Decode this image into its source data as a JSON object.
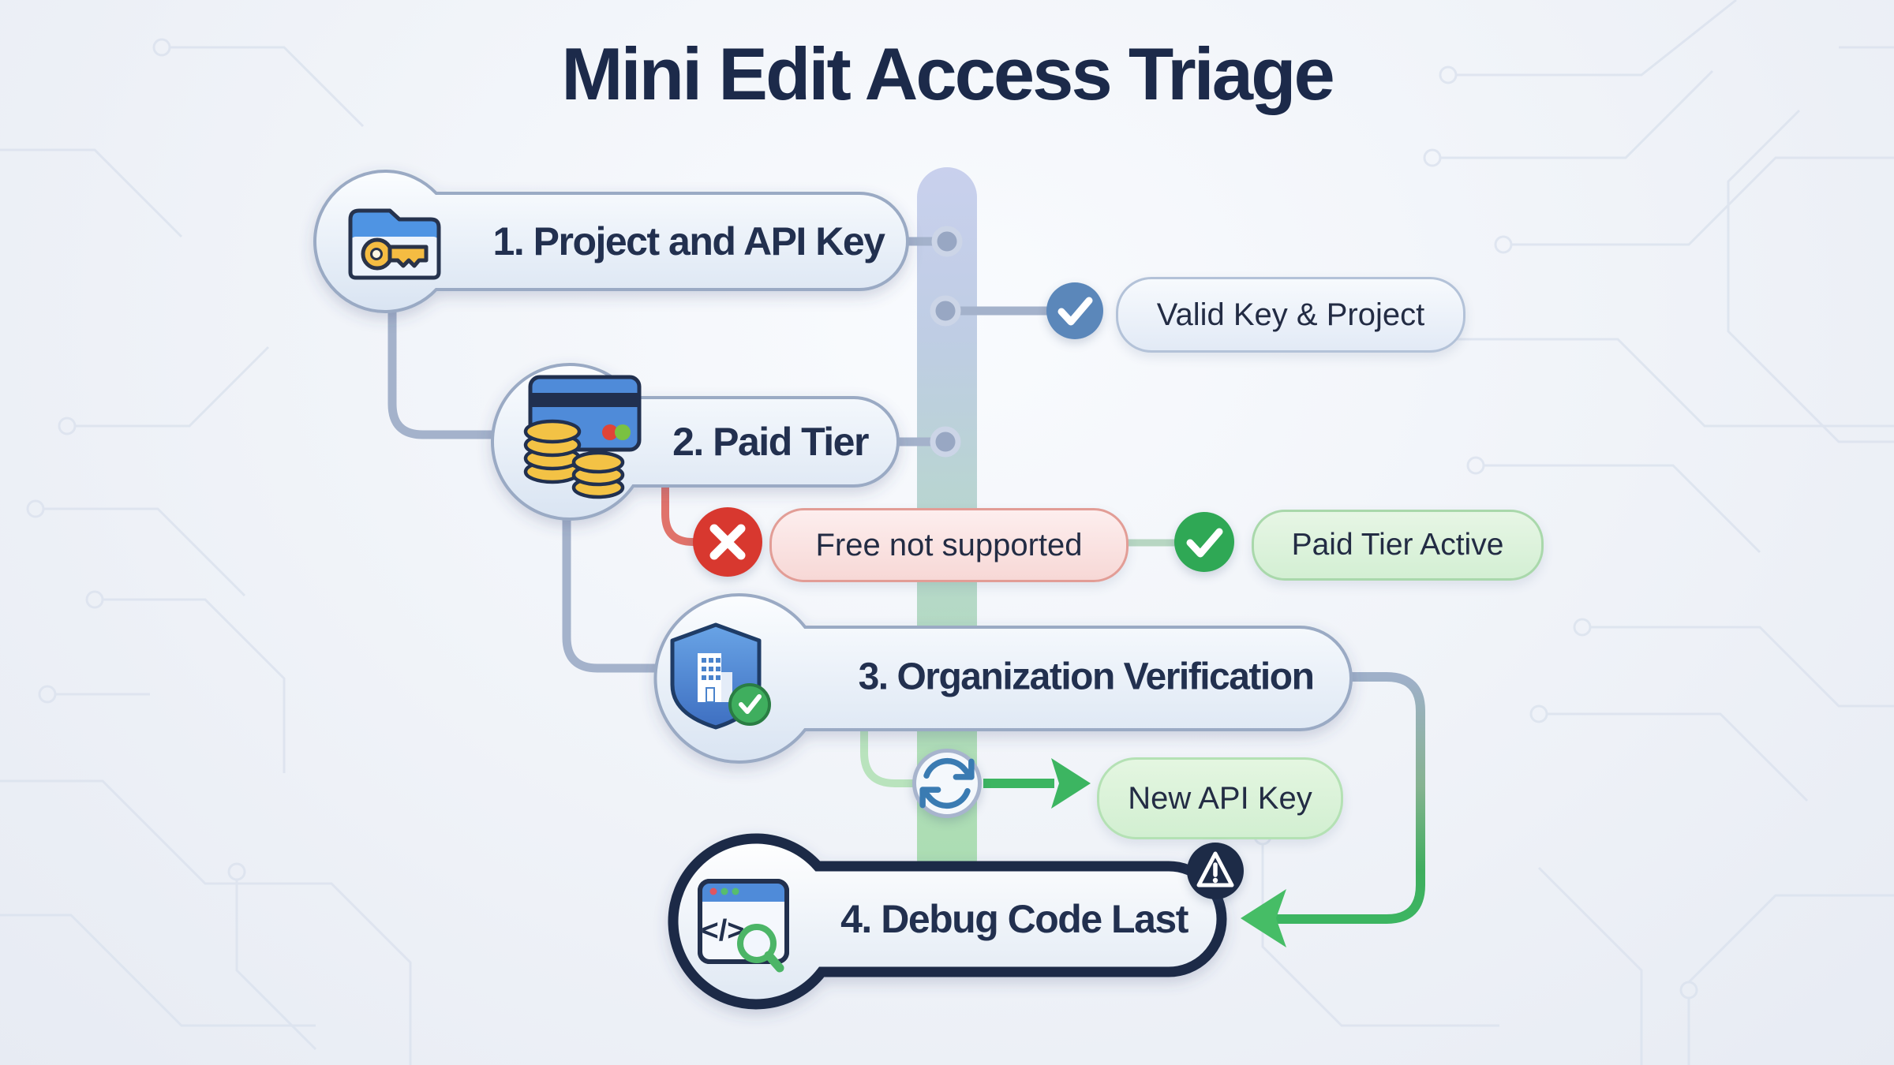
{
  "title": "Mini Edit Access Triage",
  "nodes": [
    {
      "label": "1. Project and API Key",
      "icon": "folder-key-icon"
    },
    {
      "label": "2. Paid Tier",
      "icon": "credit-card-coins-icon"
    },
    {
      "label": "3. Organization Verification",
      "icon": "shield-building-verified-icon"
    },
    {
      "label": "4. Debug Code Last",
      "icon": "browser-code-search-icon"
    }
  ],
  "badges": {
    "valid": {
      "label": "Valid Key & Project",
      "status": "info",
      "icon": "check-icon"
    },
    "free": {
      "label": "Free not supported",
      "status": "error",
      "icon": "x-icon"
    },
    "paid": {
      "label": "Paid Tier Active",
      "status": "success",
      "icon": "check-icon"
    },
    "newkey": {
      "label": "New API Key",
      "status": "success",
      "icon": "refresh-icon"
    }
  },
  "colors": {
    "title_text": "#1c2a4a",
    "node_text": "#22304f",
    "node_border": "#9aaac4",
    "node4_border": "#1d2b47",
    "bar_top": "#c5cdec",
    "bar_bottom": "#a6dbad",
    "connector_gray": "#a4b2cb",
    "connector_red": "#e0736b",
    "connector_green": "#b9e3bd",
    "arrow_green": "#3cb561",
    "check_blue": "#5b87ba",
    "error_red": "#d8382f",
    "success_green": "#2fa855",
    "warning_bg": "#1d2b47"
  }
}
